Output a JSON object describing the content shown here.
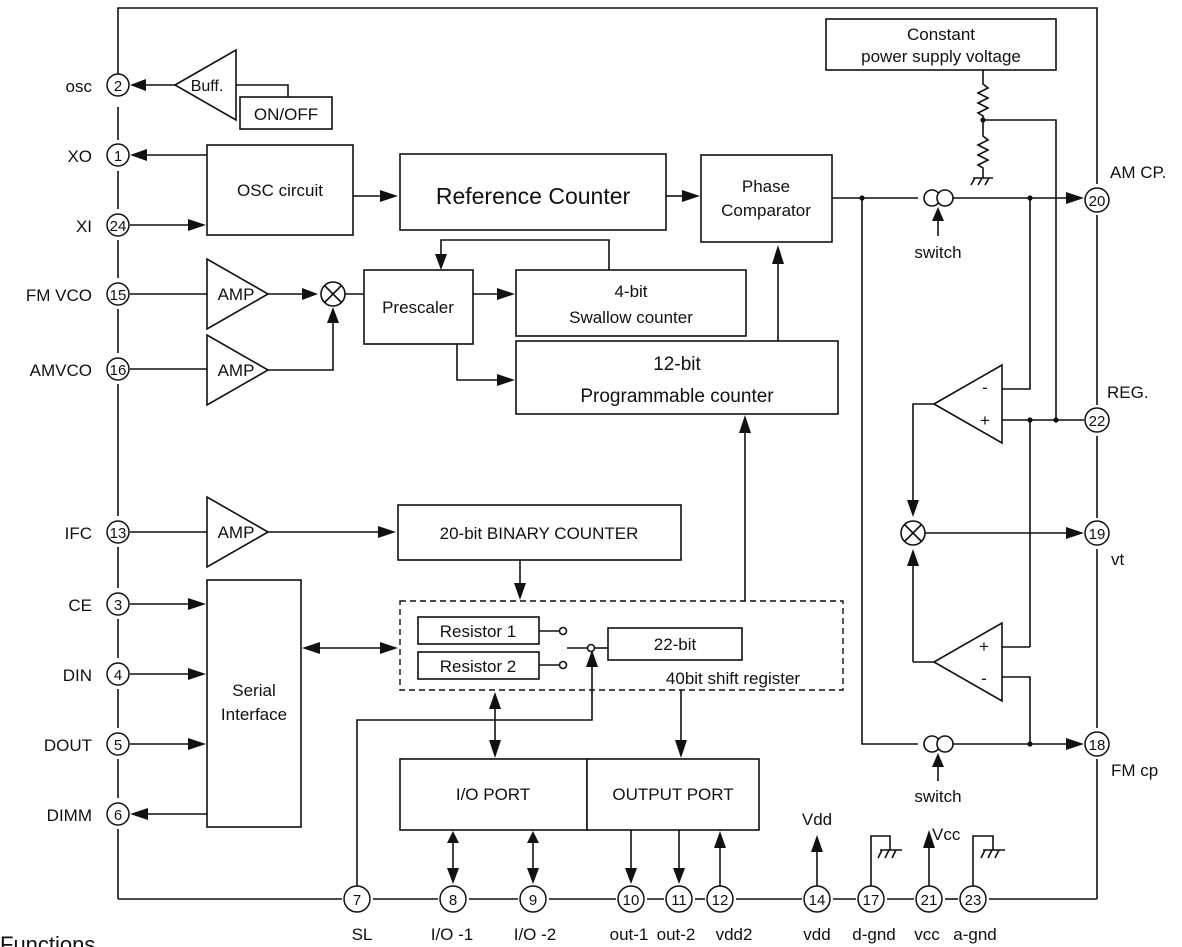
{
  "blocks": {
    "constant_supply_1": "Constant",
    "constant_supply_2": "power supply voltage",
    "buff": "Buff.",
    "on_off": "ON/OFF",
    "osc_circuit": "OSC circuit",
    "reference_counter": "Reference Counter",
    "phase_comparator_1": "Phase",
    "phase_comparator_2": "Comparator",
    "switch_top": "switch",
    "switch_bottom": "switch",
    "amp_fm": "AMP",
    "amp_am": "AMP",
    "amp_ifc": "AMP",
    "prescaler": "Prescaler",
    "swallow_1": "4-bit",
    "swallow_2": "Swallow counter",
    "programmable_1": "12-bit",
    "programmable_2": "Programmable counter",
    "binary_counter": "20-bit BINARY COUNTER",
    "serial_1": "Serial",
    "serial_2": "Interface",
    "resistor1": "Resistor 1",
    "resistor2": "Resistor 2",
    "bit22": "22-bit",
    "shift_register": "40bit shift register",
    "io_port": "I/O PORT",
    "output_port": "OUTPUT PORT",
    "vdd_supply": "Vdd",
    "vcc_supply": "Vcc",
    "opamp_minus": "-",
    "opamp_plus": "+",
    "partial_text": "Functions"
  },
  "pins_left": [
    {
      "num": "2",
      "label": "osc"
    },
    {
      "num": "1",
      "label": "XO"
    },
    {
      "num": "24",
      "label": "XI"
    },
    {
      "num": "15",
      "label": "FM VCO"
    },
    {
      "num": "16",
      "label": "AMVCO"
    },
    {
      "num": "13",
      "label": "IFC"
    },
    {
      "num": "3",
      "label": "CE"
    },
    {
      "num": "4",
      "label": "DIN"
    },
    {
      "num": "5",
      "label": "DOUT"
    },
    {
      "num": "6",
      "label": "DIMM"
    }
  ],
  "pins_right": [
    {
      "num": "20",
      "label": "AM CP."
    },
    {
      "num": "22",
      "label": "REG."
    },
    {
      "num": "19",
      "label": "vt"
    },
    {
      "num": "18",
      "label": "FM cp"
    }
  ],
  "pins_bottom": [
    {
      "num": "7",
      "label": "SL"
    },
    {
      "num": "8",
      "label": "I/O -1"
    },
    {
      "num": "9",
      "label": "I/O -2"
    },
    {
      "num": "10",
      "label": "out-1"
    },
    {
      "num": "11",
      "label": "out-2"
    },
    {
      "num": "12",
      "label": "vdd2"
    },
    {
      "num": "14",
      "label": "vdd"
    },
    {
      "num": "17",
      "label": "d-gnd"
    },
    {
      "num": "21",
      "label": "vcc"
    },
    {
      "num": "23",
      "label": "a-gnd"
    }
  ]
}
